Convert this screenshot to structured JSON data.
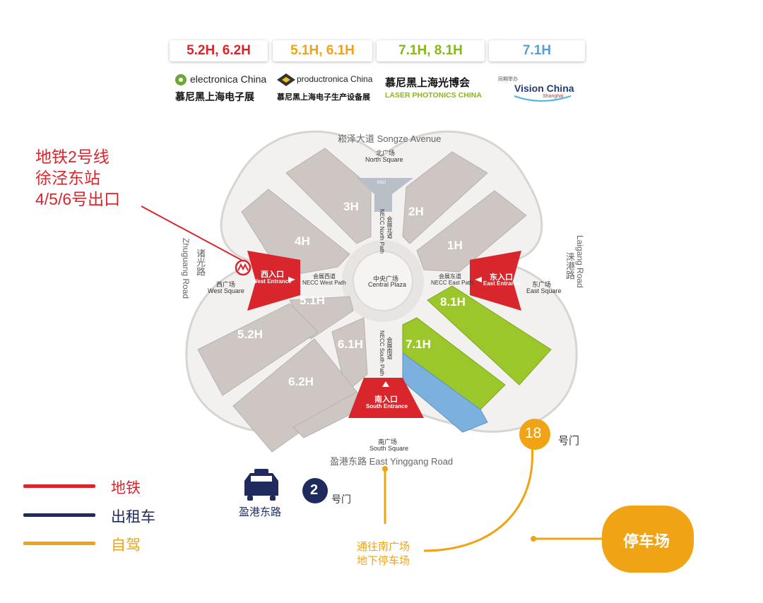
{
  "halls_header": [
    {
      "label": "5.2H, 6.2H",
      "color": "#d9262c",
      "brand": "electronica China",
      "brand_cn": "慕尼黑上海电子展"
    },
    {
      "label": "5.1H, 6.1H",
      "color": "#f0a314",
      "brand": "productronica China",
      "brand_cn": "慕尼黑上海电子生产设备展"
    },
    {
      "label": "7.1H, 8.1H",
      "color": "#86b817",
      "brand": "LASER PHOTONICS CHINA",
      "brand_cn": "慕尼黑上海光博会"
    },
    {
      "label": "7.1H",
      "color": "#5a9fd4",
      "brand": "Vision China",
      "brand_sub": "Shanghai",
      "brand_note": "同期举办"
    }
  ],
  "roads": {
    "north": "崧泽大道 Songze Avenue",
    "west_cn": "诸光路",
    "west_en": "Zhuguang Road",
    "east_cn": "涞港路",
    "east_en": "Laigang Road",
    "south": "盈港东路 East Yinggang Road"
  },
  "squares": {
    "north_cn": "北广场",
    "north_en": "North Square",
    "west_cn": "西广场",
    "west_en": "West Square",
    "east_cn": "东广场",
    "east_en": "East Square",
    "south_cn": "南广场",
    "south_en": "South Square",
    "central_cn": "中央广场",
    "central_en": "Central Plaza"
  },
  "paths": {
    "west_cn": "会展西道",
    "west_en": "NECC West Path",
    "east_cn": "会展东道",
    "east_en": "NECC East Path",
    "north_cn": "会展北道",
    "north_en": "NECC North Path",
    "south_cn": "会展南道",
    "south_en": "NECC South Path"
  },
  "halls": [
    "1H",
    "2H",
    "3H",
    "4H",
    "5.1H",
    "5.2H",
    "6.1H",
    "6.2H",
    "7.1H",
    "8.1H"
  ],
  "entrances": {
    "west_cn": "西入口",
    "west_en": "West Entrance",
    "east_cn": "东入口",
    "east_en": "East Entrance",
    "south_cn": "南入口",
    "south_en": "South Entrance",
    "north_label": "B&D"
  },
  "metro_note": [
    "地铁2号线",
    "徐泾东站",
    "4/5/6号出口"
  ],
  "gate18": {
    "number": "18",
    "suffix": "号门"
  },
  "gate2": {
    "number": "2",
    "suffix": "号门"
  },
  "taxi_label": "盈港东路",
  "parking_note": [
    "通往南广场",
    "地下停车场"
  ],
  "parking_label": "停车场",
  "legend": [
    {
      "label": "地铁",
      "color": "#d9262c"
    },
    {
      "label": "出租车",
      "color": "#1f2b5e"
    },
    {
      "label": "自驾",
      "color": "#f0a314"
    }
  ]
}
